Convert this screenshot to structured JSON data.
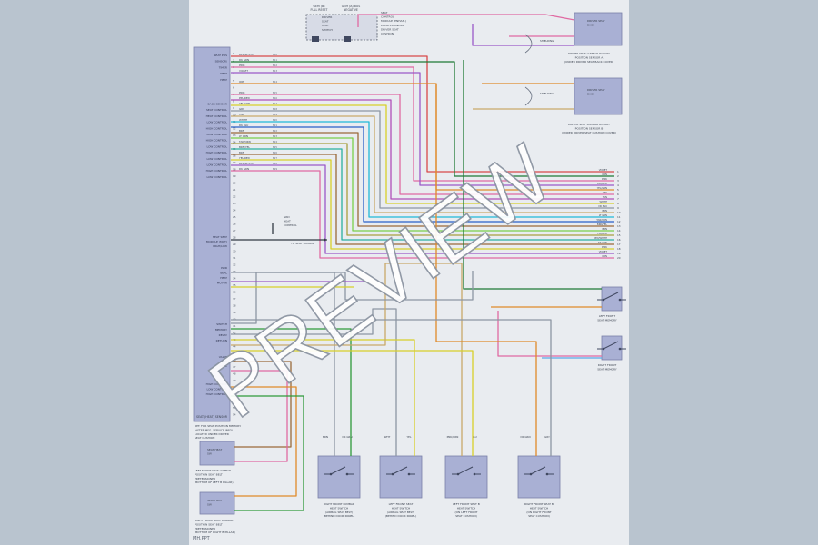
{
  "watermark": "PREVIEW",
  "sheet_id": "MH.PPT",
  "colors": {
    "page_bg": "#b9c4cf",
    "sheet_bg": "#e9ecf0",
    "module_fill": "#a9b0d4",
    "module_stroke": "#7a80a8",
    "line_border": "#9aa6b4"
  },
  "top_connectors": [
    {
      "lines": [
        "GEM (B)",
        "FULL RESET"
      ]
    },
    {
      "lines": [
        "GEM (A) BUS",
        "NEGATIVE"
      ]
    }
  ],
  "top_box": {
    "lines": [
      "DRIVER",
      "SEAT",
      "HEAT",
      "SWITCH"
    ],
    "label_lines": [
      "SEAT",
      "CONTROL",
      "MODULE (ENHAN.)",
      "LOCATED UNDER",
      "DRIVER SEAT",
      "CUSHION"
    ]
  },
  "left_module": {
    "bottom_label": "SEAT (HEAT) SENSOR",
    "group_labels": [
      "PWR",
      "BEAL",
      "HEAT",
      "MOTOR"
    ],
    "pin_labels": [
      "SEAT POS",
      "SENSOR/",
      "TIMER",
      "HEAT",
      "HEAT",
      "BACK SENSOR",
      "SEAT CONTROL",
      "HEAT CONTROL",
      "LOW CONTROL",
      "HIGH CONTROL",
      "LOW CONTROL",
      "HIGH CONTROL",
      "LOW CONTROL",
      "HIGH CONTROL",
      "LOW CONTROL",
      "LOW CONTROL",
      "HIGH CONTROL",
      "LOW CONTROL"
    ],
    "mid_labels": [
      "HEAT SEAT",
      "MODULE (MOT)",
      "HIGH/LOW"
    ],
    "lower_labels": [
      "SWITCH",
      "MEMORY",
      "RELAY",
      "RETURN"
    ],
    "low_labels": [
      "VALVE",
      "HEAT",
      "COOL"
    ],
    "bottom_pins": [
      "HIGH CONTROL",
      "LOW CONTROL",
      "HIGH CONTROL"
    ]
  },
  "wire_colors": [
    "RED/WHITE",
    "DK GRN",
    "PINK",
    "VIOLET",
    "ORN",
    "PINK",
    "PPL/RED",
    "YEL/GRN",
    "GRY",
    "TAN",
    "WHITE",
    "DK BLU",
    "BRN",
    "LT GRN",
    "TAN/ORN",
    "BRN/YEL",
    "BRN",
    "YEL/RED"
  ],
  "ground_note": {
    "lines": [
      "GRD",
      "HEAT",
      "CONTROL"
    ]
  },
  "arrow_label": "TO SEAT SENSOR",
  "right_module_top": {
    "box_lines": [
      "DRIVER SEAT",
      "BACK"
    ],
    "label_lines": [
      "DRIVER SEAT LUMBAR ROTARY",
      "POSITION SENSOR A",
      "(UNDER DRIVER SEAT BACK COVER)"
    ]
  },
  "right_module_mid": {
    "box_lines": [
      "DRIVER SEAT",
      "BACK"
    ],
    "label_lines": [
      "DRIVER SEAT LUMBAR ROTARY",
      "POSITION SENSOR B",
      "(UNDER DRIVER SEAT CUSHION COVER)"
    ]
  },
  "right_switch_a": {
    "label_lines": [
      "LEFT FRONT",
      "SEAT MEMORY"
    ]
  },
  "right_switch_b": {
    "label_lines": [
      "RIGHT FRONT",
      "SEAT MEMORY"
    ]
  },
  "lower_left_module_a": {
    "box_lines": [
      "SEAT HEAT",
      "SW"
    ],
    "label_lines": [
      "LEFT FRONT SEAT LUMBAR",
      "POSITION SEAT BELT",
      "PRETENSIONER",
      "(BOTTOM OF LEFT B PILLAR)"
    ]
  },
  "lower_left_module_b": {
    "box_lines": [
      "SEAT HEAT",
      "SW"
    ],
    "label_lines": [
      "RIGHT FRONT SEAT LUMBAR",
      "POSITION SEAT BELT",
      "PRETENSIONER",
      "(BOTTOM OF RIGHT B PILLAR)"
    ]
  },
  "bottom_note": {
    "lines": [
      "REF. FOR SEAT POSITION MEMORY",
      "(AFTER MFG. SERVICE INFO)",
      "LOCATED UNDER DRIVER",
      "SEAT CUSHION"
    ]
  },
  "bottom_switches": [
    {
      "top_wires": [
        "BRN",
        "DK GRN"
      ],
      "label_lines": [
        "RIGHT FRONT LUMBAR",
        "HEAT SWITCH",
        "(AIRBAG SEAT BELT)",
        "(BEHIND DOOR PANEL)"
      ]
    },
    {
      "top_wires": [
        "WHT",
        "YEL"
      ],
      "label_lines": [
        "LEFT FRONT SEAT",
        "HEAT SWITCH",
        "(AIRBAG SEAT BELT)",
        "(BEHIND DOOR PANEL)"
      ]
    },
    {
      "top_wires": [
        "PNK/GRN",
        "BLU"
      ],
      "label_lines": [
        "LEFT FRONT SEAT B",
        "HEAT SWITCH",
        "(ON LEFT FRONT",
        "SEAT CUSHION)"
      ]
    },
    {
      "top_wires": [
        "DK GRN",
        "GRY"
      ],
      "label_lines": [
        "RIGHT FRONT SEAT B",
        "HEAT SWITCH",
        "(ON RIGHT FRONT",
        "SEAT CUSHION)"
      ]
    }
  ]
}
